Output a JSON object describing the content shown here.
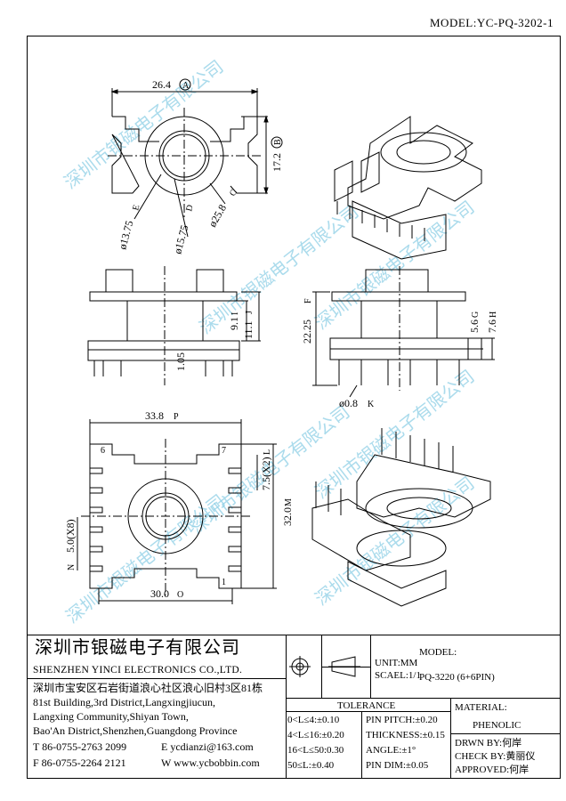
{
  "header": {
    "model": "MODEL:YC-PQ-3202-1"
  },
  "watermark": "深圳市银磁电子有限公司",
  "dims": {
    "a": "26.4",
    "a_tag": "A",
    "b": "17.2",
    "b_tag": "B",
    "c": "ø25.8",
    "c_tag": "C",
    "d": "ø15.75",
    "d_tag": "D",
    "e": "ø13.75",
    "e_tag": "E",
    "f": "22.25",
    "f_tag": "F",
    "g": "5.6",
    "g_tag": "G",
    "h": "7.6",
    "h_tag": "H",
    "i": "9.1",
    "i_tag": "I",
    "j": "11.1",
    "j_tag": "J",
    "k": "ø0.8",
    "k_tag": "K",
    "l": "7.5(X2)",
    "l_tag": "L",
    "m": "32.0",
    "m_tag": "M",
    "n": "5.0(X8)",
    "n_tag": "N",
    "o": "30.0",
    "o_tag": "O",
    "p": "33.8",
    "p_tag": "P",
    "t105": "1.05",
    "pin6": "6",
    "pin7": "7",
    "pin1": "1"
  },
  "titleblock": {
    "company_cn": "深圳市银磁电子有限公司",
    "company_en": "SHENZHEN YINCI ELECTRONICS CO.,LTD.",
    "unit": "UNIT:MM",
    "scale": "SCAEL:1/1",
    "model_label": "MODEL:",
    "model_value": "PQ-3220 (6+6PIN)",
    "address": [
      "深圳市宝安区石岩街道浪心社区浪心旧村3区81栋",
      "81st Building,3rd District,Langxingjiucun,",
      "Langxing Community,Shiyan Town,",
      "Bao'An District,Shenzhen,Guangdong Province"
    ],
    "tel": "T 86-0755-2763 2099",
    "email": "E ycdianzi@163.com",
    "fax": "F 86-0755-2264 2121",
    "web": "W www.ycbobbin.com",
    "tolerance_title": "TOLERANCE",
    "tol": [
      "0<L≤4:±0.10",
      "4<L≤16:±0.20",
      "16<L≤50:0.30",
      "50≤L:±0.40"
    ],
    "tol2": [
      "PIN PITCH:±0.20",
      "THICKNESS:±0.15",
      "ANGLE:±1°",
      "PIN DIM:±0.05"
    ],
    "material_label": "MATERIAL:",
    "material_value": "PHENOLIC",
    "drawn": "DRWN BY:何岸",
    "check": "CHECK BY:黄丽仪",
    "approved": "APPROVED:何岸"
  }
}
